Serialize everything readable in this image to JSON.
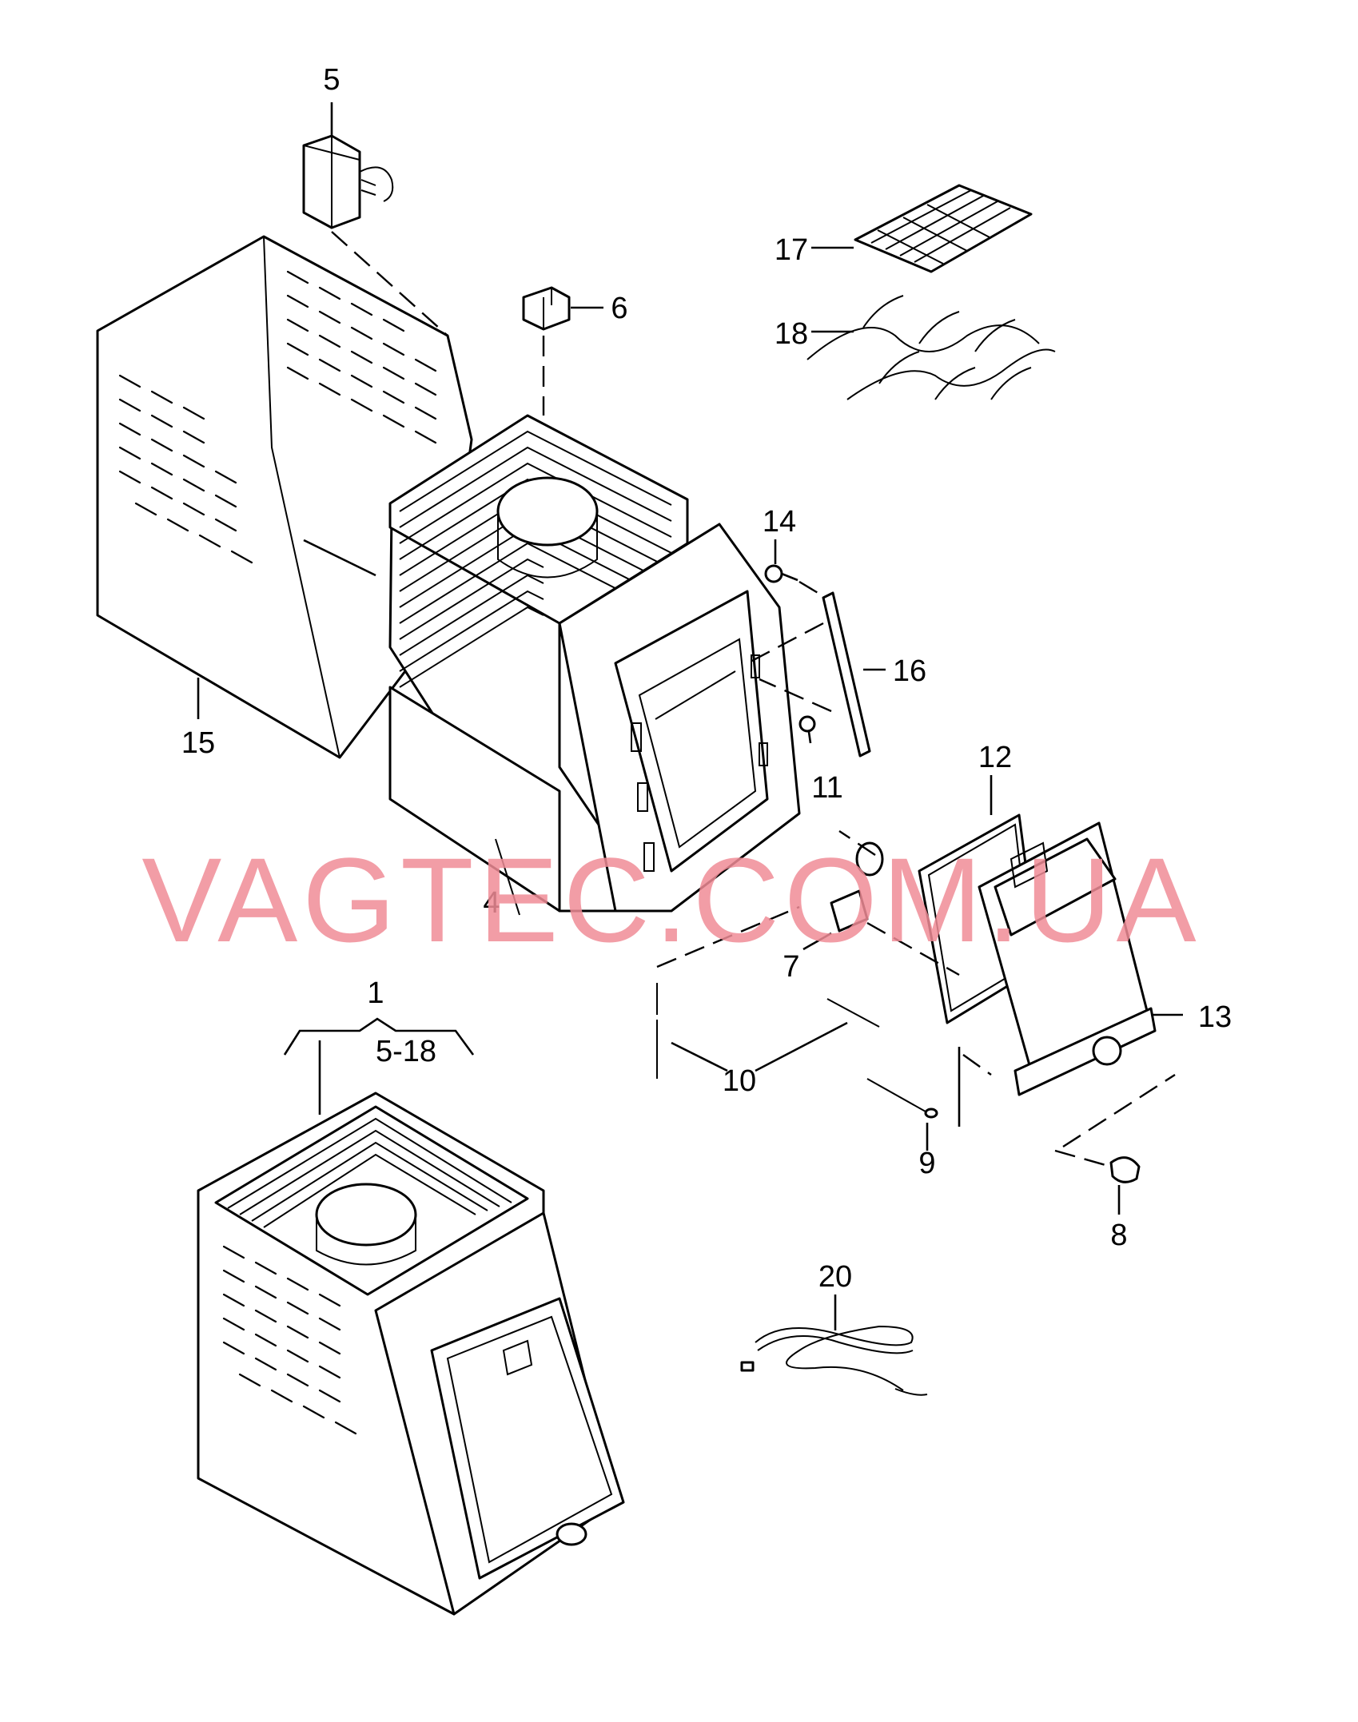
{
  "watermark": {
    "text": "VAGTEC.COM.UA",
    "color": "#f08c97"
  },
  "callouts": {
    "c1": "1",
    "c1_range": "5-18",
    "c4": "4",
    "c5": "5",
    "c6": "6",
    "c7": "7",
    "c8": "8",
    "c9": "9",
    "c10": "10",
    "c11": "11",
    "c12": "12",
    "c13": "13",
    "c14": "14",
    "c15": "15",
    "c16": "16",
    "c17": "17",
    "c18": "18",
    "c20": "20"
  }
}
